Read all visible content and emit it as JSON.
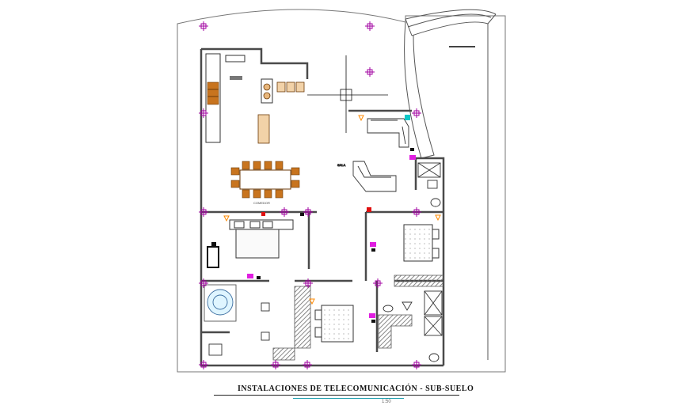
{
  "drawing": {
    "title": "INSTALACIONES DE TELECOMUNICACIÓN - SUB-SUELO",
    "scale": "1:50",
    "room_labels": {
      "dining": "COMEDOR",
      "living": "SALA"
    }
  },
  "colors": {
    "walls": "#4a4a4a",
    "furniture": "#222222",
    "wood": "#c8741e",
    "outlet_magenta": "#e01ee0",
    "outlet_red": "#e01010",
    "sensor_cyan": "#10c8c8",
    "marker_orange": "#ff8a00",
    "hatch": "#6a6a6a"
  }
}
